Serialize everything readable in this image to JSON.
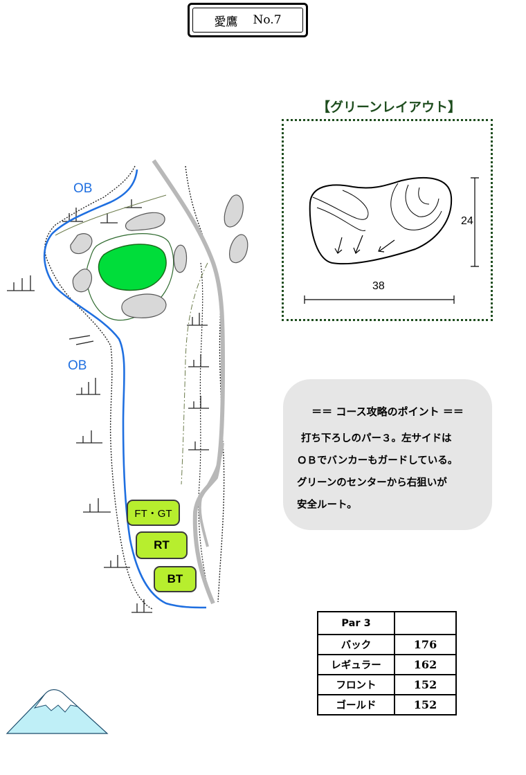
{
  "hole": {
    "course": "愛鷹",
    "number": "No.7"
  },
  "course_map": {
    "ob_labels": [
      "OB",
      "OB"
    ],
    "tees": [
      {
        "label": "FT・GT",
        "color": "#b7ee2e"
      },
      {
        "label": "RT",
        "color": "#b7ee2e"
      },
      {
        "label": "BT",
        "color": "#b7ee2e"
      }
    ],
    "colors": {
      "green": "#00dd3a",
      "ob_line": "#1f6fe0",
      "cart_path": "#b8b8b8",
      "tee": "#b7ee2e"
    },
    "icons": [
      "fuji-mountain-icon"
    ]
  },
  "green_layout": {
    "title": "【グリーンレイアウト】",
    "depth": "24",
    "width": "38"
  },
  "strategy": {
    "title": "＝＝ コース攻略のポイント ＝＝",
    "lines": [
      "打ち下ろしのパー３。左サイドは",
      "ＯＢでバンカーもガードしている。",
      "グリーンのセンターから右狙いが",
      "安全ルート。"
    ]
  },
  "scorecard": {
    "par_label": "Par 3",
    "par_value": "",
    "rows": [
      {
        "tee": "バック",
        "yards": "176"
      },
      {
        "tee": "レギュラー",
        "yards": "162"
      },
      {
        "tee": "フロント",
        "yards": "152"
      },
      {
        "tee": "ゴールド",
        "yards": "152"
      }
    ]
  }
}
